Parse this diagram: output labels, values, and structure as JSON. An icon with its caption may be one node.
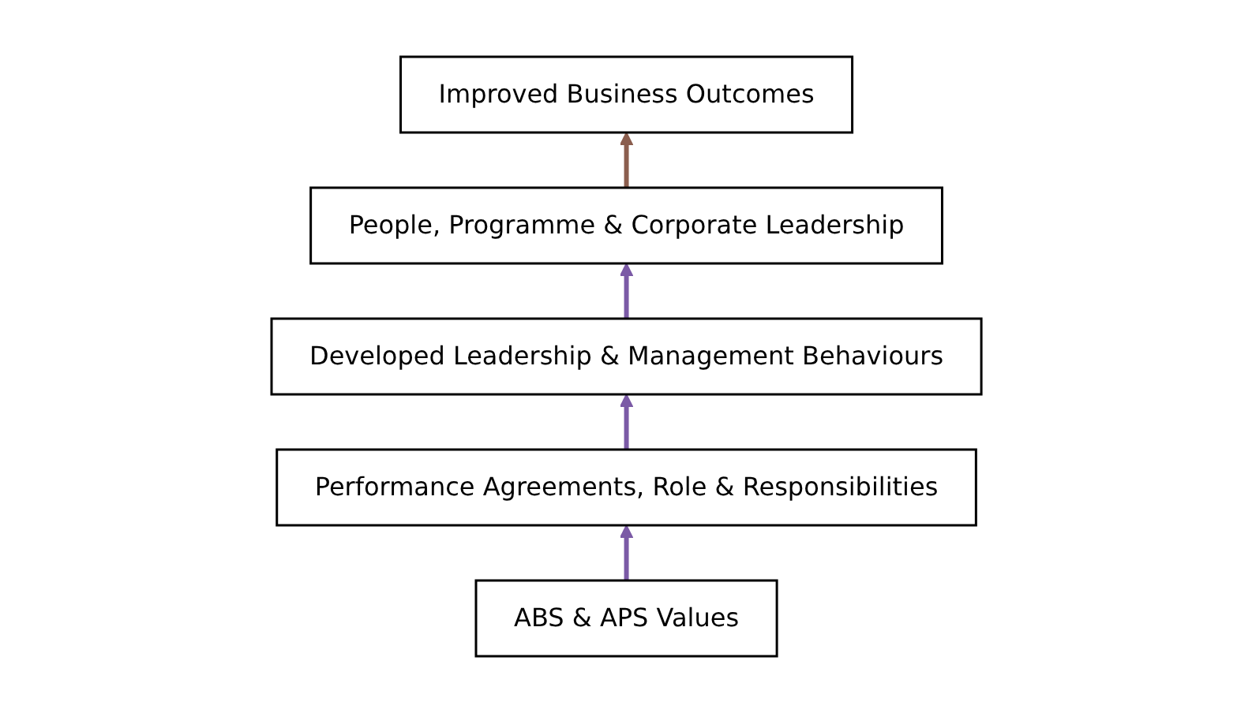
{
  "diagram": {
    "nodes": [
      {
        "text": [
          "Improved Business Outcomes"
        ]
      },
      {
        "text": [
          "People, Programme & Corporate Leadership"
        ]
      },
      {
        "text": [
          "Developed Leadership & Management Behaviours"
        ]
      },
      {
        "text": [
          "Performance Agreements, Role & Responsibilities"
        ]
      },
      {
        "text": [
          "ABS & APS Values"
        ]
      }
    ],
    "edges": [
      {
        "from": 1,
        "to": 0,
        "arrow": "to",
        "color": "#8b5e4e"
      },
      {
        "from": 2,
        "to": 1,
        "arrow": "to"
      },
      {
        "from": 3,
        "to": 2,
        "arrow": "to"
      },
      {
        "from": 4,
        "to": 3,
        "arrow": "to"
      }
    ]
  }
}
